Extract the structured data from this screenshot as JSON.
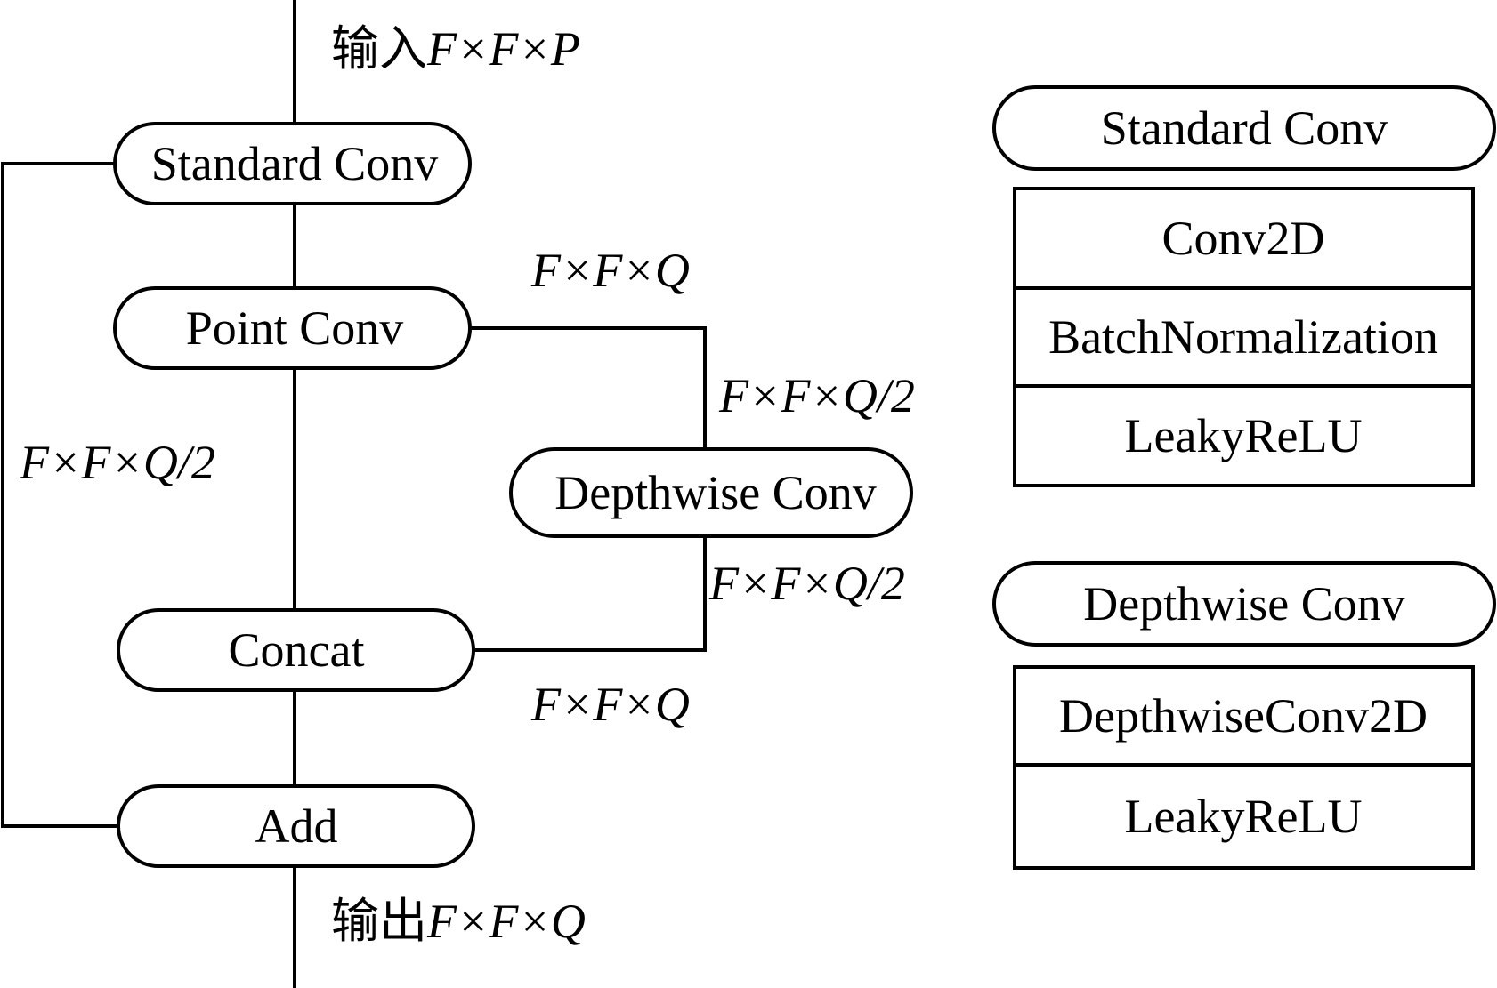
{
  "flow": {
    "input": {
      "prefix": "输入",
      "dims": "F×F×P"
    },
    "output": {
      "prefix": "输出",
      "dims": "F×F×Q"
    },
    "nodes": {
      "standard_conv": "Standard Conv",
      "point_conv": "Point Conv",
      "depthwise_conv": "Depthwise Conv",
      "concat": "Concat",
      "add": "Add"
    },
    "edge_labels": {
      "point_out": "F×F×Q",
      "point_to_depthwise": "F×F×Q/2",
      "point_to_concat": "F×F×Q/2",
      "depthwise_to_concat": "F×F×Q/2",
      "concat_out": "F×F×Q"
    }
  },
  "legend": {
    "standard_conv": {
      "title": "Standard Conv",
      "layers": [
        "Conv2D",
        "BatchNormalization",
        "LeakyReLU"
      ]
    },
    "depthwise_conv": {
      "title": "Depthwise Conv",
      "layers": [
        "DepthwiseConv2D",
        "LeakyReLU"
      ]
    }
  }
}
